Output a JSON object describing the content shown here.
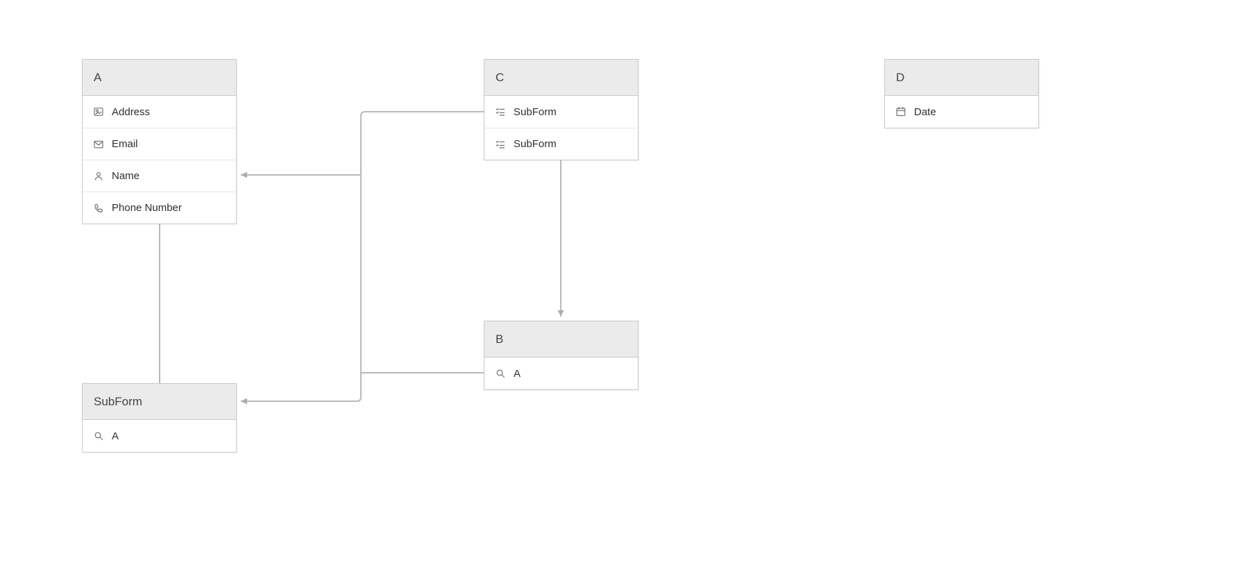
{
  "diagram": {
    "nodes": [
      {
        "title": "A",
        "fields": [
          {
            "label": "Address",
            "icon": "address-icon"
          },
          {
            "label": "Email",
            "icon": "email-icon"
          },
          {
            "label": "Name",
            "icon": "user-icon"
          },
          {
            "label": "Phone Number",
            "icon": "phone-icon"
          }
        ]
      },
      {
        "title": "C",
        "fields": [
          {
            "label": "SubForm",
            "icon": "subform-icon"
          },
          {
            "label": "SubForm",
            "icon": "subform-icon"
          }
        ]
      },
      {
        "title": "D",
        "fields": [
          {
            "label": "Date",
            "icon": "calendar-icon"
          }
        ]
      },
      {
        "title": "B",
        "fields": [
          {
            "label": "A",
            "icon": "lookup-icon"
          }
        ]
      },
      {
        "title": "SubForm",
        "fields": [
          {
            "label": "A",
            "icon": "lookup-icon"
          }
        ]
      }
    ],
    "colors": {
      "header_bg": "#ebebeb",
      "node_border": "#c9c9c9",
      "row_divider": "#e4e4e4",
      "connector": "#b9b9b9",
      "arrow": "#adadad",
      "text": "#2e2e2e"
    }
  }
}
